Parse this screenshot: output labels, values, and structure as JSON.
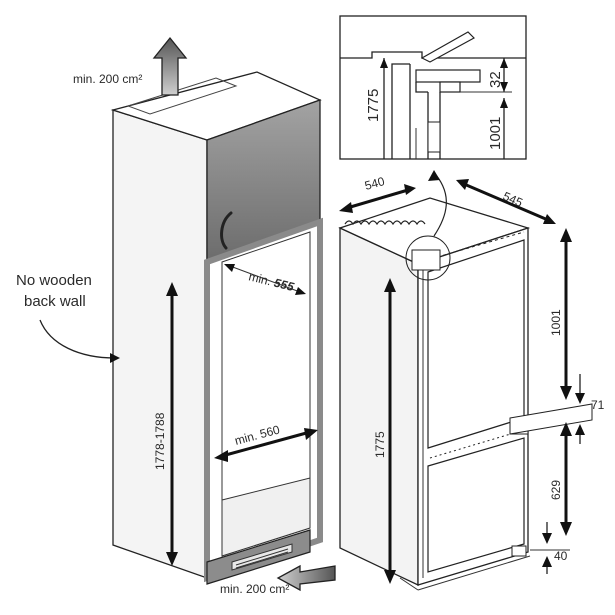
{
  "labels": {
    "vent_top": "min. 200 cm²",
    "vent_bottom": "min. 200 cm²",
    "no_back_wall_line1": "No wooden",
    "no_back_wall_line2": "back wall",
    "niche_width_top_prefix": "min.",
    "niche_width_top_value": "555",
    "niche_width_mid": "min. 560",
    "niche_height": "1778-1788",
    "fridge_height": "1775",
    "fridge_width": "540",
    "fridge_depth": "545",
    "upper_section_height": "1001",
    "divider": "71",
    "lower_section_height": "629",
    "plinth_gap": "40",
    "detail_height": "1775",
    "detail_upper": "1001",
    "detail_gap": "32"
  },
  "colors": {
    "line": "#222222",
    "cabinet_door_top": "#9e9e9e",
    "cabinet_door_bottom": "#707070",
    "cabinet_side": "#f3f3f3",
    "cabinet_frame": "#8a8a8a",
    "fridge_side": "#f2f2f2",
    "vent_arrow_fill": "#9a9a9a"
  }
}
